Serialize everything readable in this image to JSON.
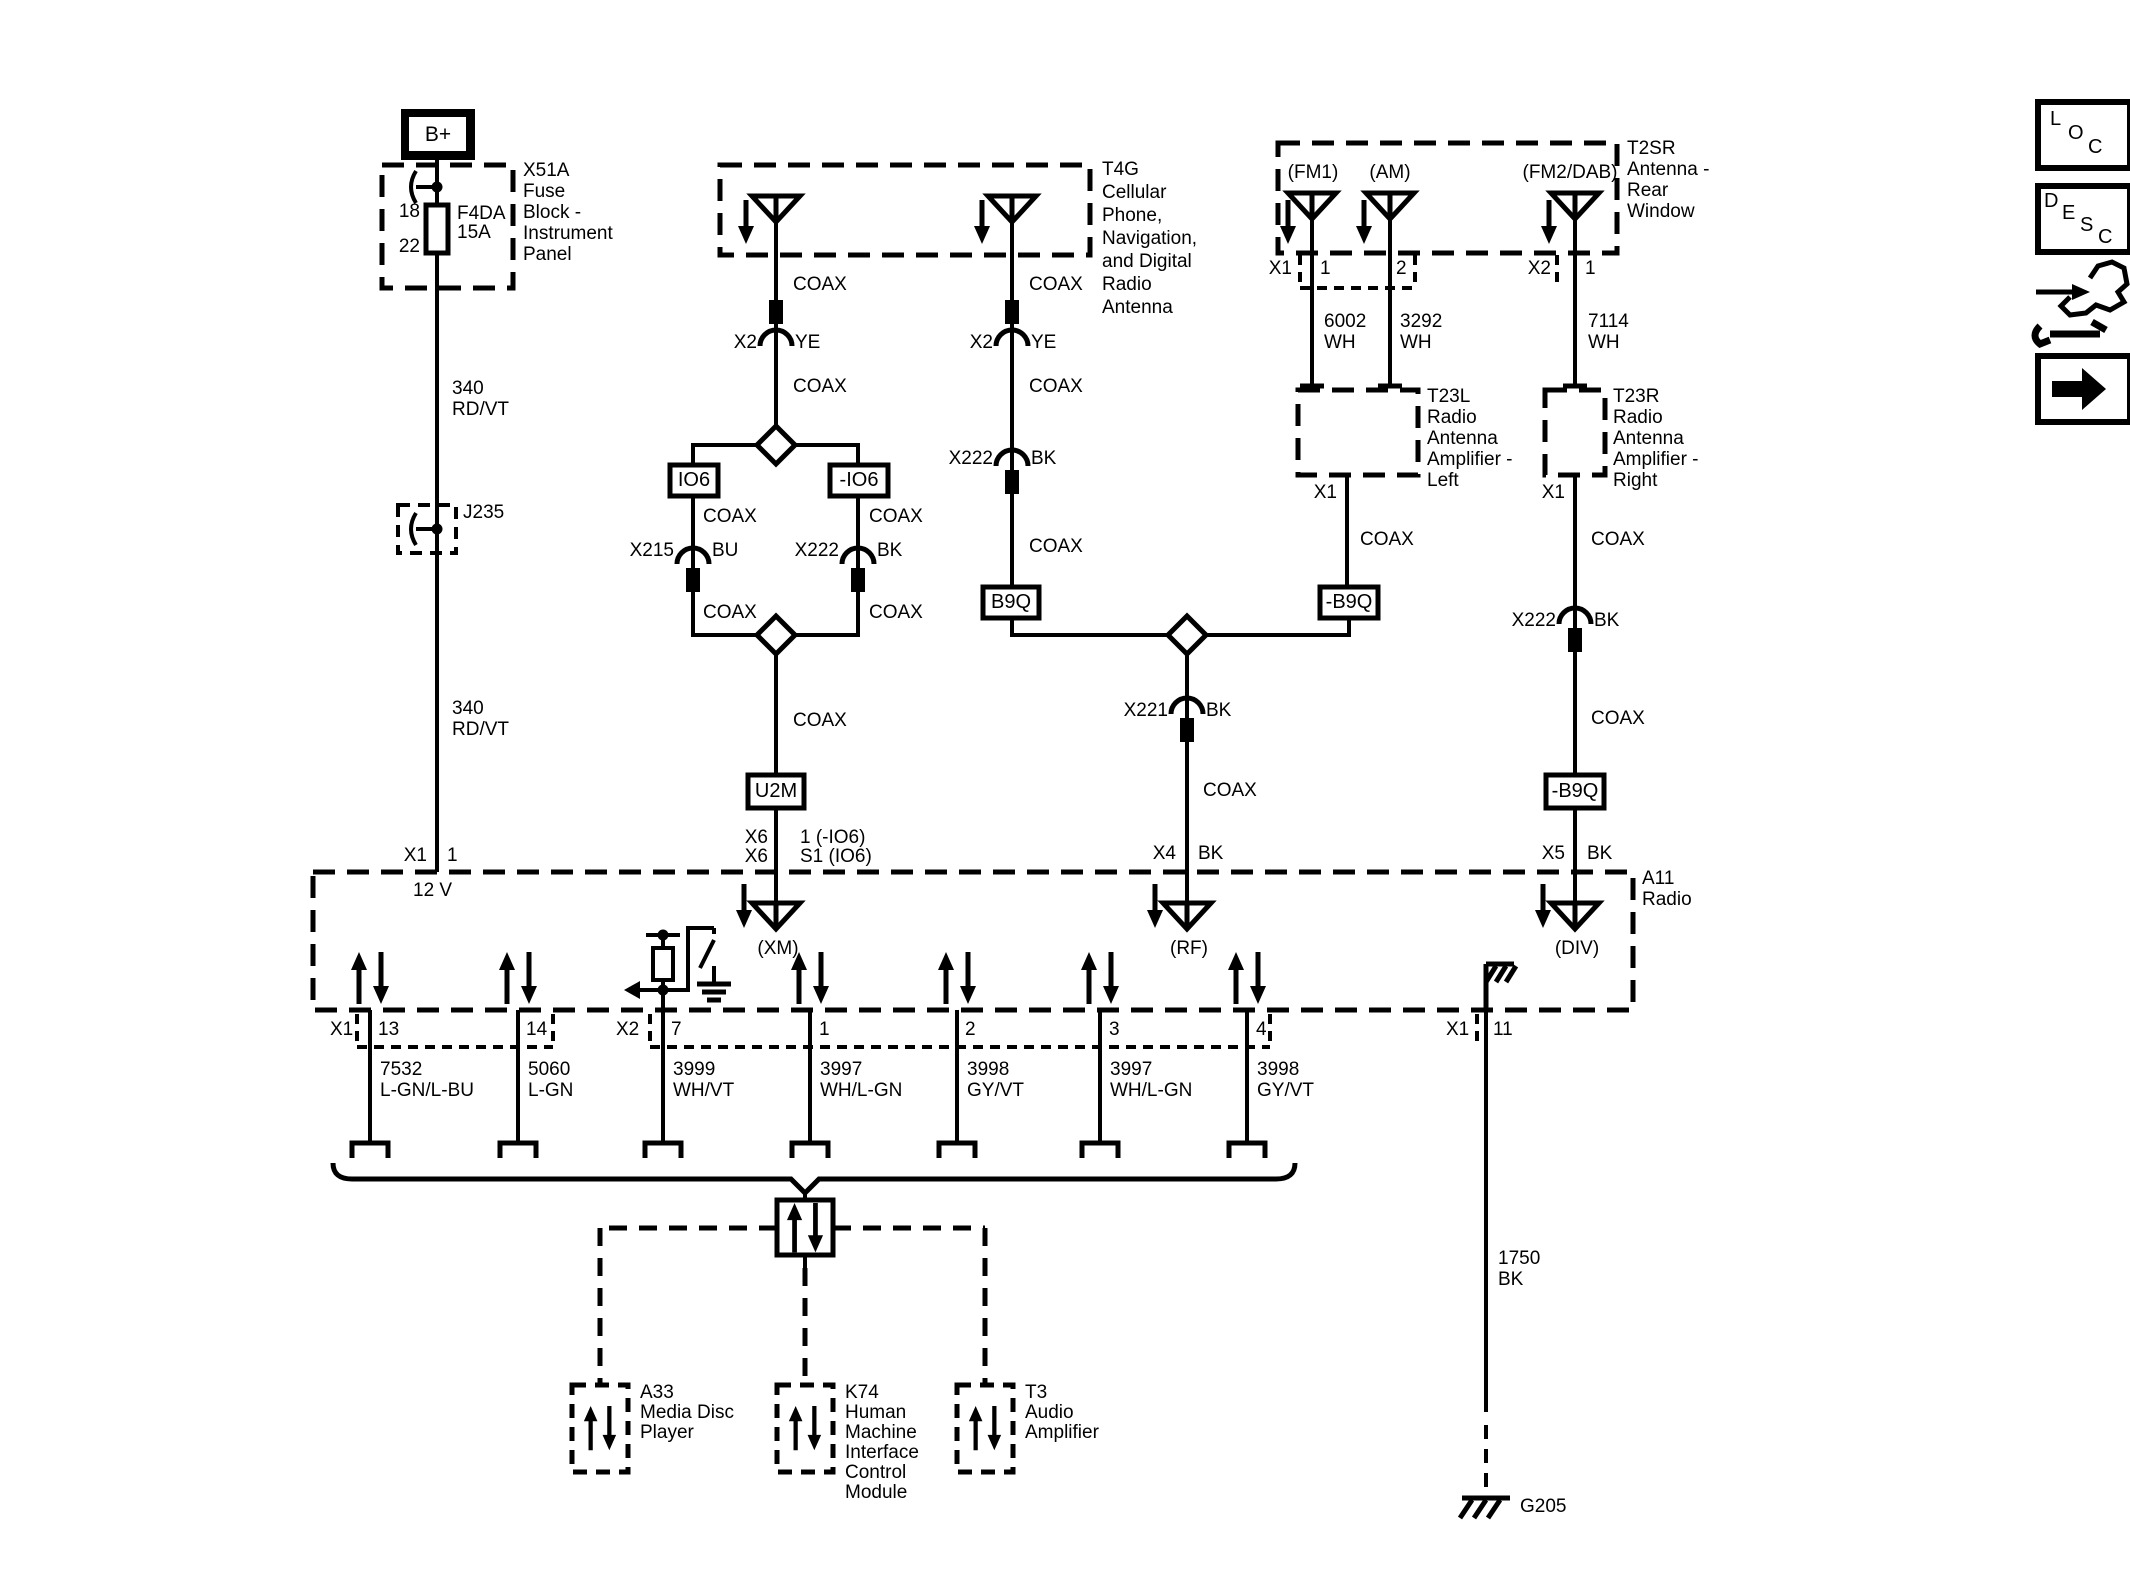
{
  "shared": {
    "coax": "COAX",
    "x1": "X1",
    "x2": "X2",
    "ye": "YE",
    "bk": "BK",
    "bu": "BU",
    "x215": "X215",
    "x221": "X221",
    "x222": "X222",
    "x4": "X4",
    "x5": "X5",
    "x6": "X6"
  },
  "power": {
    "bplus": "B+",
    "fuse_block_label": "X51A\nFuse\nBlock -\nInstrument\nPanel",
    "pin_top": "18",
    "pin_bottom": "22",
    "fuse_name": "F4DA",
    "fuse_rating": "15A",
    "wire": "340\nRD/VT",
    "splice": "J235",
    "radio_pin": "1",
    "voltage": "12 V"
  },
  "t4g": {
    "label": "T4G\nCellular\nPhone,\nNavigation,\nand Digital\nRadio\nAntenna"
  },
  "splitter": {
    "io6": "IO6",
    "neg_io6": "-IO6",
    "u2m": "U2M",
    "u2m_pin_row1": "1 (-IO6)",
    "u2m_pin_row2": "S1 (IO6)"
  },
  "mid": {
    "b9q": "B9Q",
    "neg_b9q": "-B9Q"
  },
  "t2sr": {
    "label": "T2SR\nAntenna -\nRear\nWindow",
    "fm1": "(FM1)",
    "am": "(AM)",
    "fm2dab": "(FM2/DAB)",
    "pin1": "1",
    "pin2": "2",
    "pin_fm2": "1",
    "wire_fm1": "6002\nWH",
    "wire_am": "3292\nWH",
    "wire_fm2": "7114\nWH"
  },
  "t23l": {
    "label": "T23L\nRadio\nAntenna\nAmplifier -\nLeft"
  },
  "t23r": {
    "label": "T23R\nRadio\nAntenna\nAmplifier -\nRight"
  },
  "radio": {
    "label": "A11\nRadio",
    "xm": "(XM)",
    "rf": "(RF)",
    "div": "(DIV)",
    "pins": {
      "p13": "13",
      "p14": "14",
      "p7": "7",
      "p1": "1",
      "p2": "2",
      "p3": "3",
      "p4": "4",
      "p11": "11"
    }
  },
  "outputs": {
    "w13": "7532\nL-GN/L-BU",
    "w14": "5060\nL-GN",
    "w7": "3999\nWH/VT",
    "w1": "3997\nWH/L-GN",
    "w2": "3998\nGY/VT",
    "w3": "3997\nWH/L-GN",
    "w4": "3998\nGY/VT"
  },
  "modules": {
    "a33": "A33\nMedia Disc\nPlayer",
    "k74": "K74\nHuman\nMachine\nInterface\nControl\nModule",
    "t3": "T3\nAudio\nAmplifier"
  },
  "ground": {
    "wire": "1750\nBK",
    "name": "G205"
  },
  "icons": {
    "loc": [
      "L",
      "O",
      "C"
    ],
    "desc": [
      "D",
      "E",
      "S",
      "C"
    ]
  }
}
